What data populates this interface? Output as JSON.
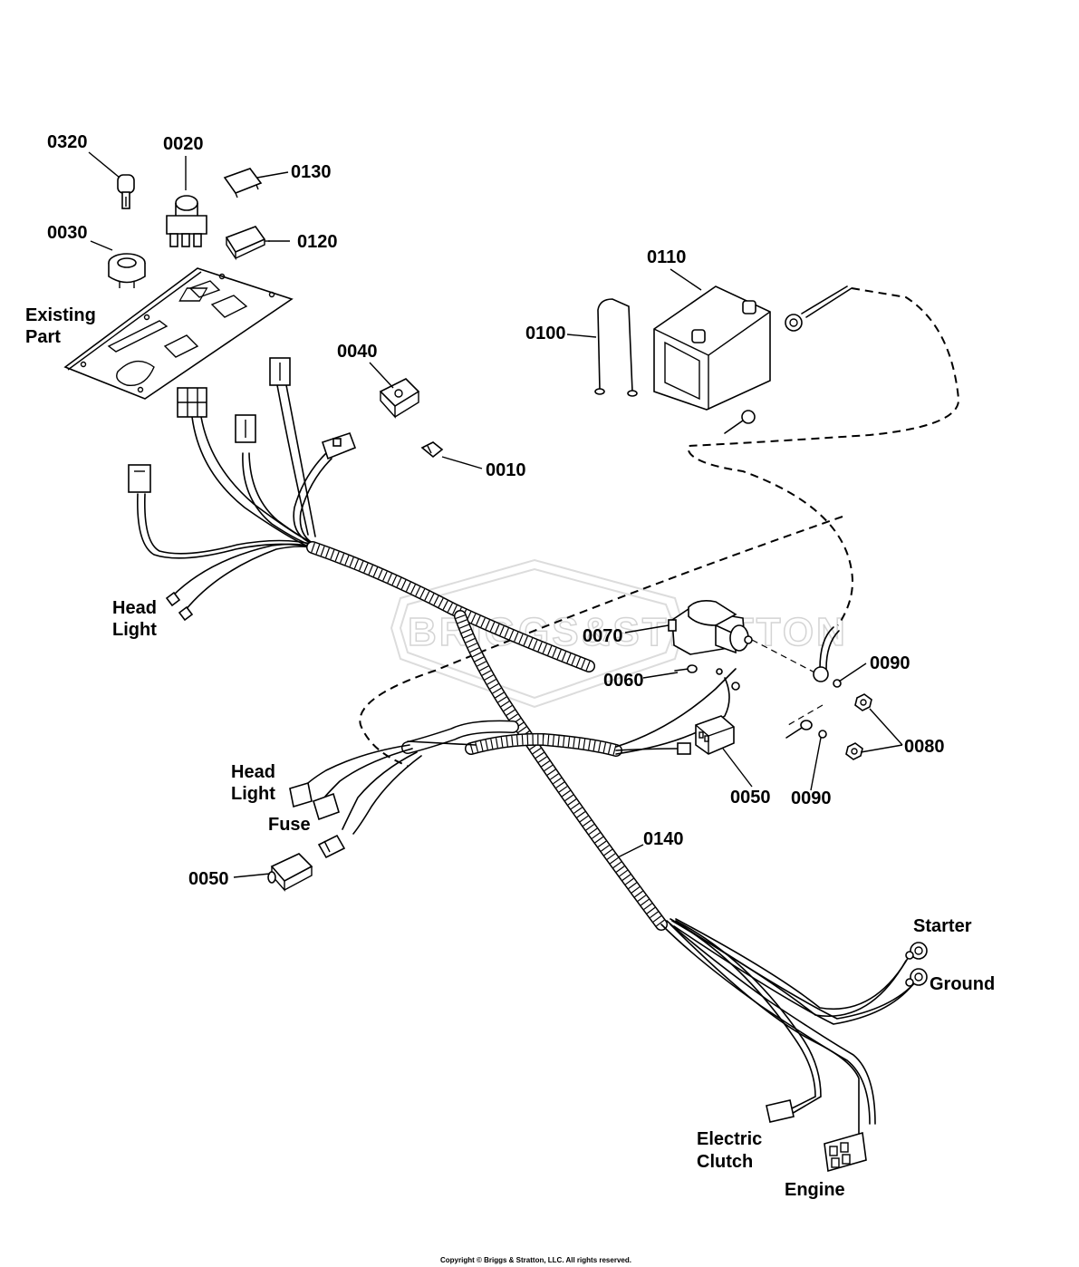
{
  "labels": {
    "p0320": "0320",
    "p0020": "0020",
    "p0130": "0130",
    "p0030": "0030",
    "p0120": "0120",
    "existing_1": "Existing",
    "existing_2": "Part",
    "p0040": "0040",
    "p0110": "0110",
    "p0100": "0100",
    "p0010": "0010",
    "head_light_1": "Head",
    "head_light_2": "Light",
    "p0070": "0070",
    "p0060": "0060",
    "p0090_a": "0090",
    "p0080": "0080",
    "p0050_a": "0050",
    "p0090_b": "0090",
    "head_light_b_1": "Head",
    "head_light_b_2": "Light",
    "fuse": "Fuse",
    "p0140": "0140",
    "p0050_b": "0050",
    "starter": "Starter",
    "ground": "Ground",
    "electric_clutch_1": "Electric",
    "electric_clutch_2": "Clutch",
    "engine": "Engine"
  },
  "copyright": "Copyright © Briggs & Stratton, LLC. All rights reserved.",
  "watermark": "BRIGGS&STRATTON"
}
